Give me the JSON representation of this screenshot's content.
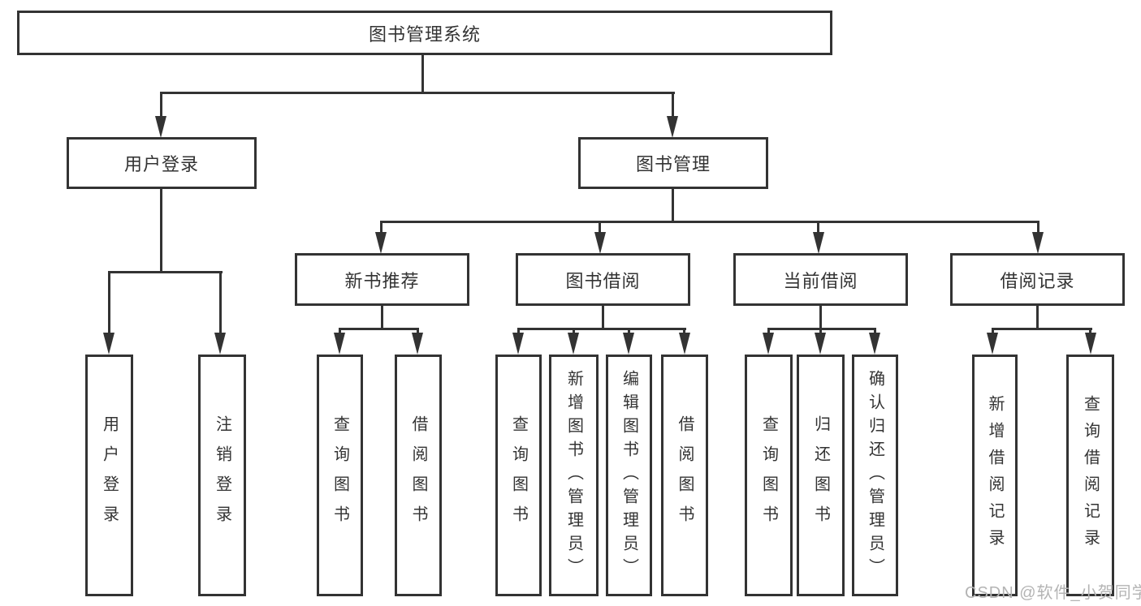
{
  "diagram": {
    "title": "图书管理系统",
    "root": {
      "label": "图书管理系统"
    },
    "level2": [
      {
        "label": "用户登录",
        "parent": "图书管理系统"
      },
      {
        "label": "图书管理",
        "parent": "图书管理系统"
      }
    ],
    "level3": [
      {
        "label": "新书推荐",
        "parent": "图书管理"
      },
      {
        "label": "图书借阅",
        "parent": "图书管理"
      },
      {
        "label": "当前借阅",
        "parent": "图书管理"
      },
      {
        "label": "借阅记录",
        "parent": "图书管理"
      }
    ],
    "leaves": [
      {
        "label": "用户登录",
        "parent": "用户登录"
      },
      {
        "label": "注销登录",
        "parent": "用户登录"
      },
      {
        "label": "查询图书",
        "parent": "新书推荐"
      },
      {
        "label": "借阅图书",
        "parent": "新书推荐"
      },
      {
        "label": "查询图书",
        "parent": "图书借阅"
      },
      {
        "label": "新增图书（管理员）",
        "parent": "图书借阅"
      },
      {
        "label": "编辑图书（管理员）",
        "parent": "图书借阅"
      },
      {
        "label": "借阅图书",
        "parent": "图书借阅"
      },
      {
        "label": "查询图书",
        "parent": "当前借阅"
      },
      {
        "label": "归还图书",
        "parent": "当前借阅"
      },
      {
        "label": "确认归还（管理员）",
        "parent": "当前借阅"
      },
      {
        "label": "新增借阅记录",
        "parent": "借阅记录"
      },
      {
        "label": "查询借阅记录",
        "parent": "借阅记录"
      }
    ],
    "watermark": "CSDN @软件_小贺同学",
    "colors": {
      "line": "#333333",
      "text": "#333333",
      "watermark": "#b4b4b4",
      "background": "#ffffff"
    }
  }
}
